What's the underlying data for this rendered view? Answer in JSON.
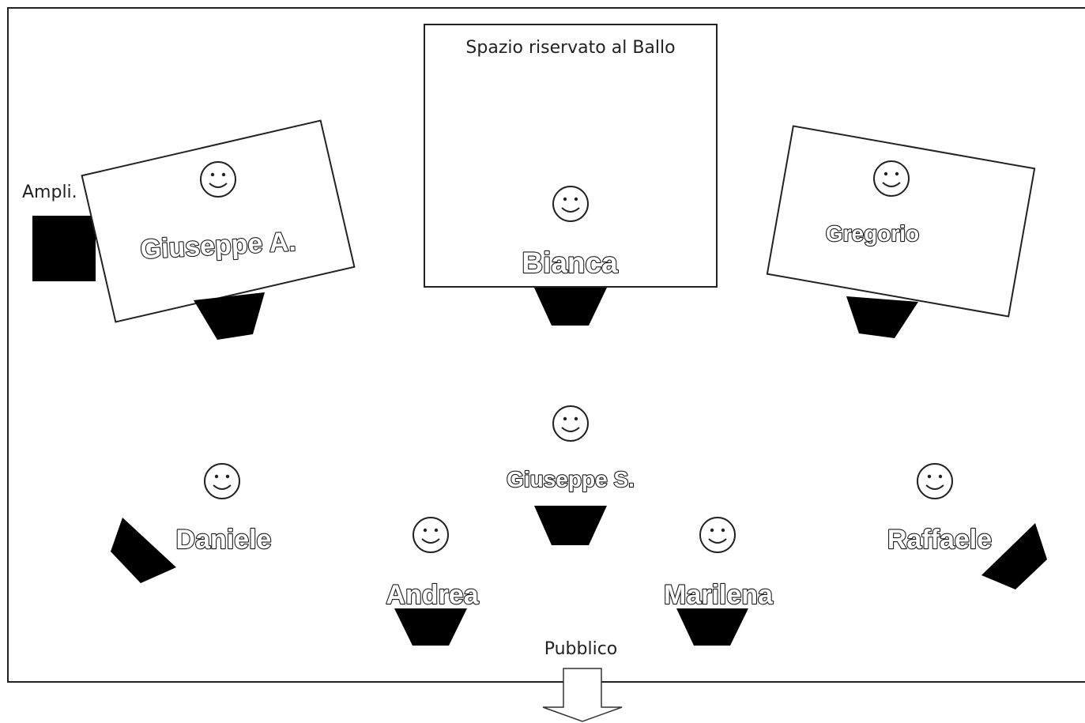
{
  "labels": {
    "dance_area": "Spazio riservato al Ballo",
    "amplifier": "Ampli.",
    "audience": "Pubblico"
  },
  "musicians": [
    {
      "name": "Giuseppe A."
    },
    {
      "name": "Bianca"
    },
    {
      "name": "Gregorio"
    },
    {
      "name": "Giuseppe S."
    },
    {
      "name": "Daniele"
    },
    {
      "name": "Andrea"
    },
    {
      "name": "Marilena"
    },
    {
      "name": "Raffaele"
    }
  ],
  "icons": {
    "face": "smiley-face-icon",
    "monitor": "stage-monitor-icon",
    "amplifier": "amplifier-box-icon",
    "arrow": "down-arrow-icon"
  },
  "colors": {
    "line": "#222222",
    "fill": "#000000",
    "background": "#ffffff"
  }
}
